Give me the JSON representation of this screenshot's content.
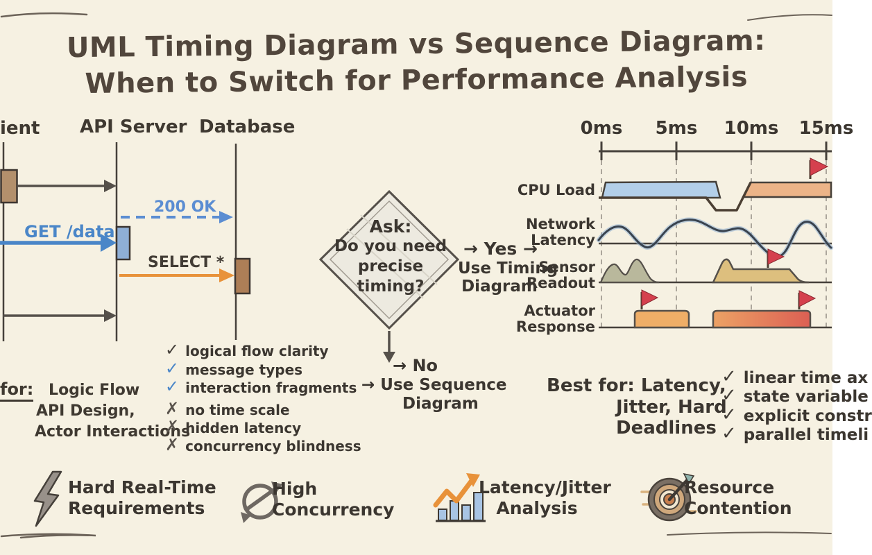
{
  "title": {
    "line1": "UML Timing Diagram vs Sequence Diagram:",
    "line2": "When to Switch for Performance Analysis"
  },
  "sequence_panel": {
    "lifelines": [
      {
        "label": "ient"
      },
      {
        "label": "API Server"
      },
      {
        "label": "Database"
      }
    ],
    "messages": [
      {
        "label": "200 OK"
      },
      {
        "label": "GET /data"
      },
      {
        "label": "SELECT *"
      }
    ],
    "best_for": {
      "prefix": "for:",
      "line1": "Logic Flow",
      "line2": "API Design,",
      "line3": "Actor Interactions"
    },
    "checklist": [
      {
        "glyph": "✓",
        "tone": "dark",
        "label": "logical flow clarity"
      },
      {
        "glyph": "✓",
        "tone": "blue",
        "label": "message types"
      },
      {
        "glyph": "✓",
        "tone": "blue",
        "label": "interaction fragments"
      },
      {
        "glyph": "✗",
        "tone": "gray",
        "label": "no time scale"
      },
      {
        "glyph": "✗",
        "tone": "gray",
        "label": "hidden latency"
      },
      {
        "glyph": "✗",
        "tone": "gray",
        "label": "concurrency blindness"
      }
    ]
  },
  "decision": {
    "question": {
      "line1": "Ask:",
      "line2": "Do you need",
      "line3": "precise",
      "line4": "timing?"
    },
    "yes_label": "→ Yes →",
    "yes_result_line1": "Use Timing",
    "yes_result_line2": "Diagram",
    "no_label": "→ No",
    "no_result_line1": "→ Use Sequence",
    "no_result_line2": "Diagram"
  },
  "timing_panel": {
    "axis_ticks": [
      {
        "label": "0ms"
      },
      {
        "label": "5ms"
      },
      {
        "label": "10ms"
      },
      {
        "label": "15ms"
      }
    ],
    "rows": [
      {
        "line1": "CPU Load",
        "line2": ""
      },
      {
        "line1": "Network",
        "line2": "Latency"
      },
      {
        "line1": "Sensor",
        "line2": "Readout"
      },
      {
        "line1": "Actuator",
        "line2": "Response"
      }
    ],
    "best_for": {
      "line1": "Best for: Latency,",
      "line2": "Jitter, Hard",
      "line3": "Deadlines"
    },
    "checklist": [
      {
        "glyph": "✓",
        "label": "linear time ax"
      },
      {
        "glyph": "✓",
        "label": "state variable"
      },
      {
        "glyph": "✓",
        "label": "explicit constr"
      },
      {
        "glyph": "✓",
        "label": "parallel timeli"
      }
    ]
  },
  "legend": [
    {
      "icon": "lightning-icon",
      "line1": "Hard Real-Time",
      "line2": "Requirements"
    },
    {
      "icon": "cycle-arrows-icon",
      "line1": "High",
      "line2": "Concurrency"
    },
    {
      "icon": "rising-bar-chart-icon",
      "line1": "Latency/Jitter",
      "line2": "Analysis"
    },
    {
      "icon": "bullseye-dart-icon",
      "line1": "Resource",
      "line2": "Contention"
    }
  ],
  "colors": {
    "background": "#f6f1e2",
    "ink": "#4a4138",
    "blue": "#4a86c8",
    "blue_dashed": "#5b8dd2",
    "orange": "#e8923a",
    "flag_red": "#d5404e",
    "cpu_bar_blue": "#b3cfe9",
    "cpu_bar_orange": "#ecb488",
    "sensor_green": "#b9b89c",
    "sensor_tan": "#ddbf7e",
    "actuator_orange": "#efae67",
    "actuator_red": "#dc5f53"
  }
}
